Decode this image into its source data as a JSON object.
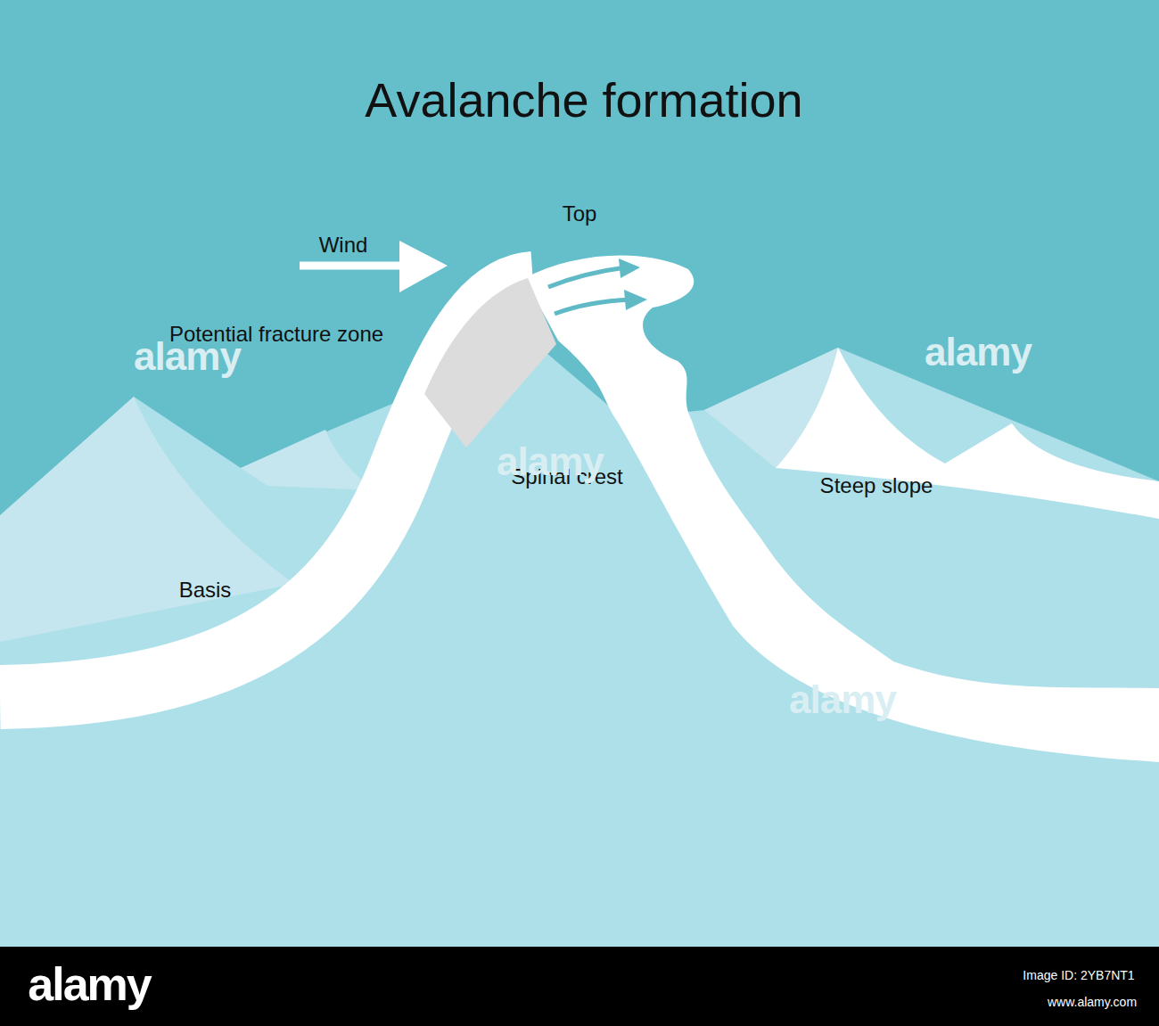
{
  "diagram": {
    "title": "Avalanche formation",
    "labels": [
      "Wind",
      "Top",
      "Potential fracture zone",
      "Spinal crest",
      "Steep slope",
      "Basis",
      "alamy",
      "alamy",
      "alamy",
      "alamy",
      "alamy",
      "Image ID: 2YB7NT1",
      "www.alamy.com"
    ]
  }
}
